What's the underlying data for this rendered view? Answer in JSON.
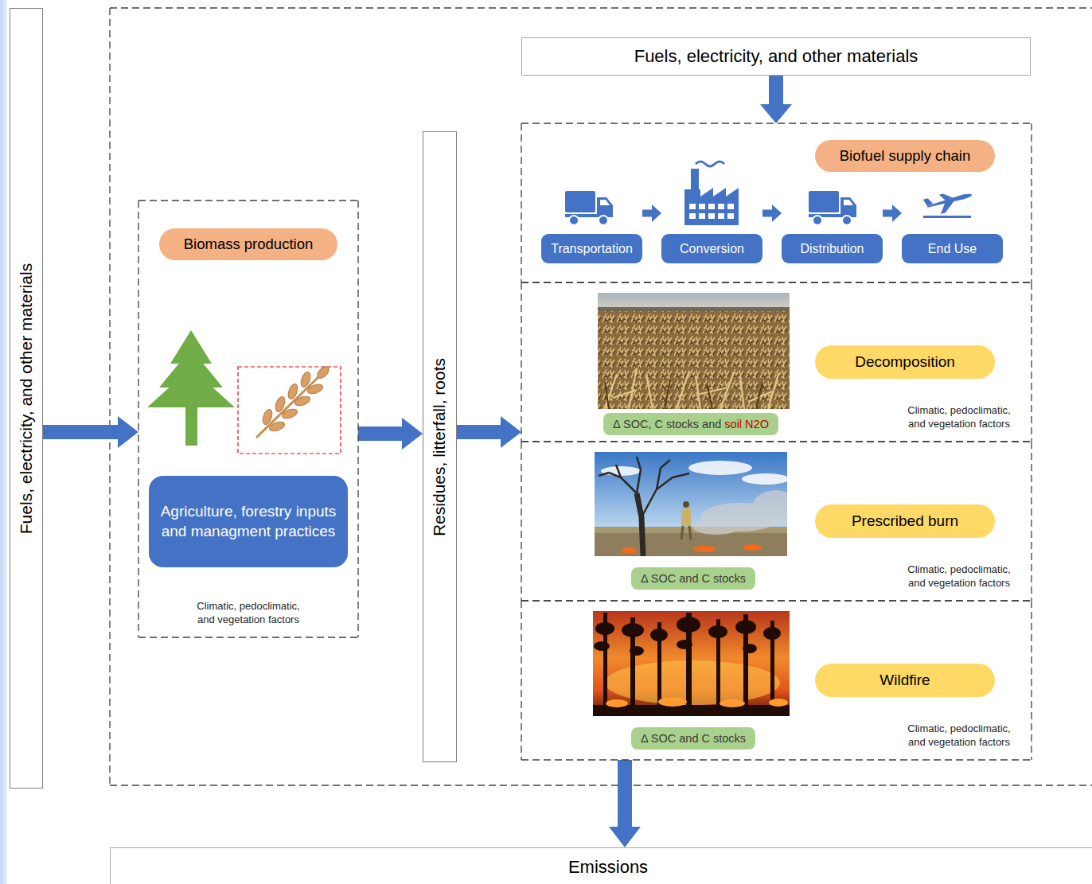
{
  "diagram": {
    "nodes": [
      {
        "text": [
          "Fuels, electricity, and other materials"
        ]
      },
      {
        "text": [
          "Biomass production",
          "Climatic, pedoclimatic, and vegetation factors"
        ]
      },
      {
        "text": [
          "Agriculture, forestry inputs and managment practices"
        ],
        "in": 1
      },
      {
        "text": [
          "Residues, litterfall, roots"
        ]
      },
      {
        "text": [
          "Fuels, electricity, and other materials"
        ]
      },
      {
        "text": [
          "Biofuel supply chain"
        ]
      },
      {
        "text": [
          "Transportation"
        ],
        "in": 5
      },
      {
        "text": [
          "Conversion"
        ],
        "in": 5
      },
      {
        "text": [
          "Distribution"
        ],
        "in": 5
      },
      {
        "text": [
          "End Use"
        ],
        "in": 5
      },
      {
        "text": [
          "Decomposition",
          "Climatic, pedoclimatic, and vegetation factors"
        ]
      },
      {
        "text": [
          "Δ SOC, C stocks and",
          "soil N2O"
        ],
        "in": 10
      },
      {
        "text": [
          "Prescribed burn",
          "Climatic, pedoclimatic, and vegetation factors"
        ]
      },
      {
        "text": [
          "Δ SOC and C stocks"
        ],
        "in": 12
      },
      {
        "text": [
          "Wildfire",
          "Climatic, pedoclimatic, and vegetation factors"
        ]
      },
      {
        "text": [
          "Δ SOC and C stocks"
        ],
        "in": 14
      },
      {
        "text": [
          "Emissions"
        ]
      }
    ],
    "edges": [
      {
        "from": 0,
        "to": 1,
        "arrow": "to"
      },
      {
        "from": 1,
        "to": 3,
        "arrow": "to"
      },
      {
        "from": 3,
        "to": 10,
        "arrow": "to"
      },
      {
        "from": 4,
        "to": 5,
        "arrow": "to"
      },
      {
        "from": 6,
        "to": 7,
        "arrow": "to"
      },
      {
        "from": 7,
        "to": 8,
        "arrow": "to"
      },
      {
        "from": 8,
        "to": 9,
        "arrow": "to"
      },
      {
        "from": 14,
        "to": 16,
        "arrow": "to"
      }
    ]
  }
}
